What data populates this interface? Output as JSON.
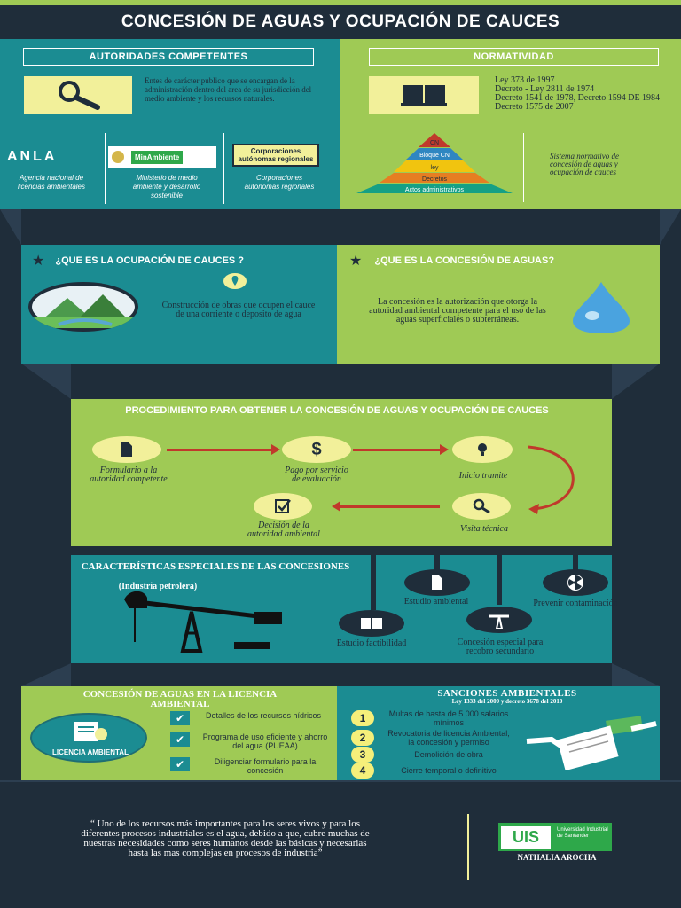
{
  "header": {
    "title": "CONCESIÓN DE AGUAS Y OCUPACIÓN DE CAUCES"
  },
  "autoridades": {
    "label": "AUTORIDADES COMPETENTES",
    "description": "Entes de carácter publico que se encargan de la administración dentro del area de su jurisdicción del medio ambiente y los recursos naturales.",
    "entities": [
      {
        "logo": "ANLA",
        "caption": "Agencia nacional de licencias ambientales"
      },
      {
        "logo": "MinAmbiente",
        "caption": "Ministerio de medio ambiente y desarrollo sostenible"
      },
      {
        "logo": "Corporaciones autónomas regionales",
        "caption": "Corporaciones autónomas regionales"
      }
    ]
  },
  "normatividad": {
    "label": "NORMATIVIDAD",
    "laws": [
      "Ley 373 de 1997",
      "Decreto - Ley 2811 de 1974",
      "Decreto 1541 de 1978, Decreto 1594 DE 1984",
      "Decreto 1575 de 2007"
    ],
    "pyramid": [
      "CN",
      "Bloque CN",
      "ley",
      "Decretos",
      "Actos administrativos"
    ],
    "note": "Sistema normativo de concesión de aguas y ocupación de cauces"
  },
  "ocupacion": {
    "title": "¿QUE ES LA OCUPACIÓN DE CAUCES ?",
    "text": "Construcción de obras que ocupen el cauce de una corriente o deposito de agua"
  },
  "concesion": {
    "title": "¿QUE ES LA CONCESIÓN DE AGUAS?",
    "text": "La concesión es la autorización que otorga la autoridad ambiental competente para el uso de las aguas superficiales o subterráneas."
  },
  "procedimiento": {
    "title": "PROCEDIMIENTO PARA OBTENER LA CONCESIÓN DE AGUAS Y OCUPACIÓN DE CAUCES",
    "steps": {
      "formulario": "Formulario a la autoridad competente",
      "pago": "Pago por servicio de evaluación",
      "inicio": "Inicio tramite",
      "visita": "Visita técnica",
      "decision": "Decisión de la autoridad ambiental"
    }
  },
  "caracteristicas": {
    "title": "CARACTERÍSTICAS ESPECIALES DE LAS CONCESIONES",
    "subtitle": "(Industria petrolera)",
    "items": {
      "estudio_ambiental": "Estudio ambiental",
      "prevenir": "Prevenir contaminación",
      "factibilidad": "Estudio factibilidad",
      "especial": "Concesión especial para recobro secundario"
    }
  },
  "licencia": {
    "title": "CONCESIÓN DE AGUAS EN LA LICENCIA AMBIENTAL",
    "badge": "LICENCIA AMBIENTAL",
    "items": [
      "Detalles de los recursos hídricos",
      "Programa de uso eficiente y ahorro del agua (PUEAA)",
      "Diligenciar formulario para la concesión"
    ]
  },
  "sanciones": {
    "title": "SANCIONES AMBIENTALES",
    "subtitle": "Ley 1333 del 2009 y decreto 3678 del 2010",
    "items": [
      {
        "n": "1",
        "t": "Multas de hasta de 5.000 salarios mínimos"
      },
      {
        "n": "2",
        "t": "Revocatoria de licencia Ambiental, la concesión y permiso"
      },
      {
        "n": "3",
        "t": "Demolición de obra"
      },
      {
        "n": "4",
        "t": "Cierre temporal o definitivo"
      }
    ]
  },
  "footer": {
    "quote": "“ Uno de los recursos más importantes para los seres vivos y para los diferentes procesos industriales es el agua, debido a que, cubre muchas de nuestras necesidades como seres humanos desde las básicas y necesarias hasta las mas complejas en procesos de industria”",
    "uni": "Universidad Industrial de Santander",
    "uni_logo": "UIS",
    "author": "NATHALIA AROCHA"
  },
  "colors": {
    "teal": "#1b8c92",
    "green": "#9fca55",
    "navy": "#1f2d3a",
    "yellow": "#f2f09a",
    "red": "#c0392b"
  }
}
